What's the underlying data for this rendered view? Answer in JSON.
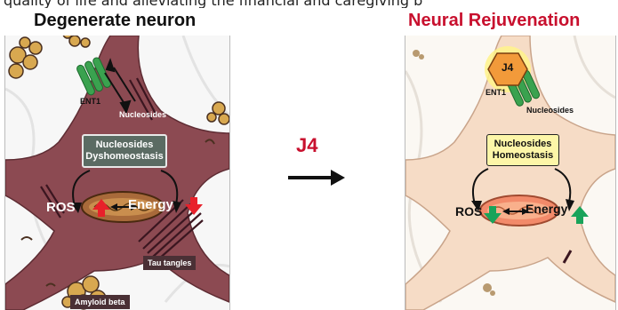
{
  "top_caption": "quality of life and alleviating the financial and caregiving b",
  "left_panel": {
    "title": "Degenerate neuron",
    "ent1": "ENT1",
    "nucleosides": "Nucleosides",
    "box": [
      "Nucleosides",
      "Dyshomeostasis"
    ],
    "ros": "ROS",
    "energy": "Energy",
    "tau": "Tau tangles",
    "amyloid": "Amyloid beta"
  },
  "middle": {
    "drug": "J4"
  },
  "right_panel": {
    "title": "Neural Rejuvenation",
    "j4": "J4",
    "ent1": "ENT1",
    "nucleosides": "Nucleosides",
    "box": [
      "Nucleosides",
      "Homeostasis"
    ],
    "ros": "ROS",
    "energy": "Energy"
  },
  "colors": {
    "degenerate_neuron": "#8c4a52",
    "rejuvenated_neuron": "#f6dcc6",
    "title_red": "#c8102e",
    "arrow_up_red": "#e8202a",
    "arrow_down_red": "#e8202a",
    "arrow_green": "#19a35a",
    "j4_hex": "#f29a3a",
    "transporter": "#3aa24f"
  }
}
